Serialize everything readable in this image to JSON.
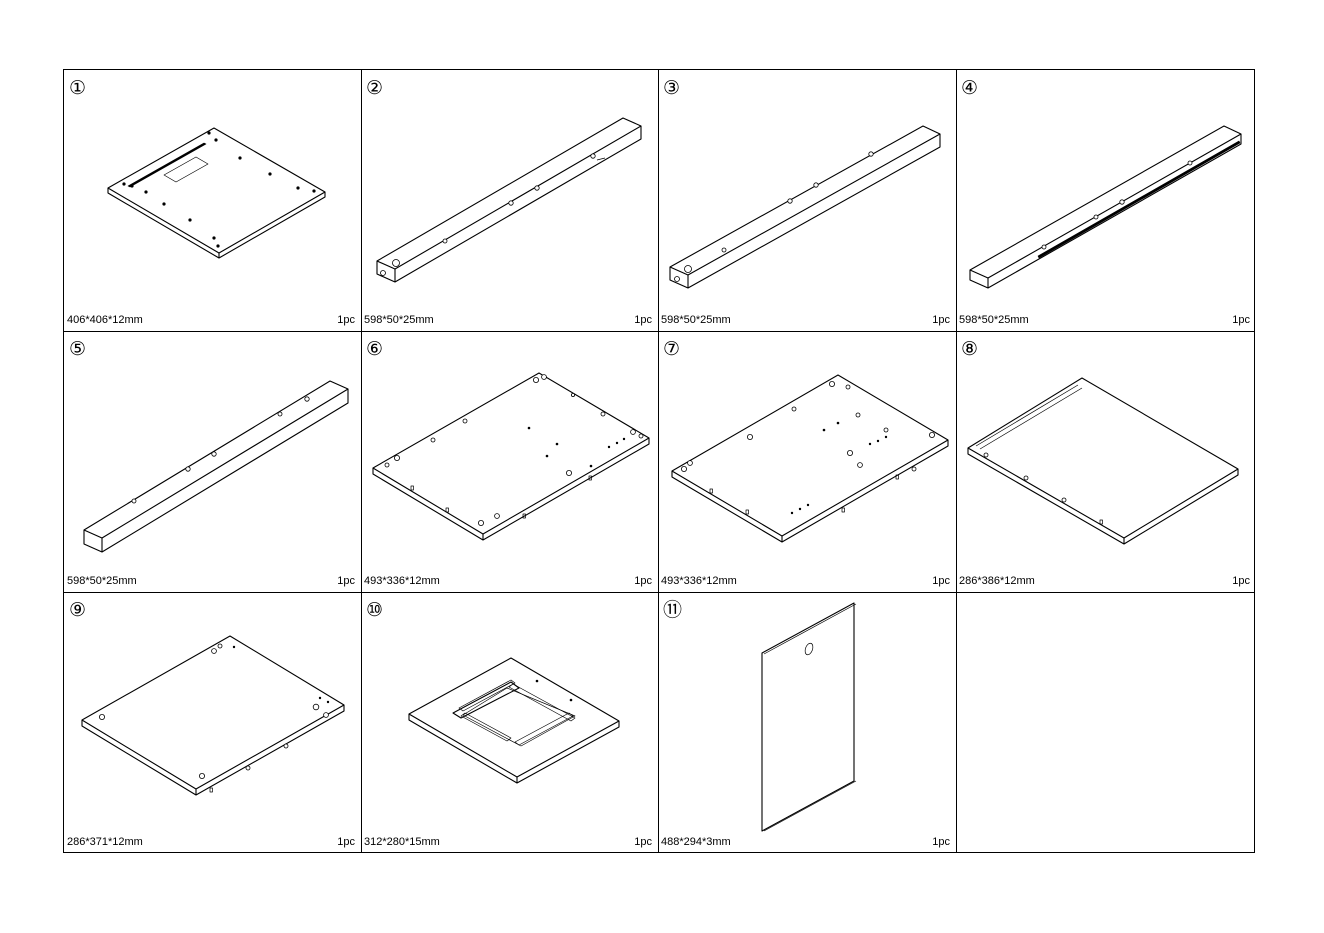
{
  "parts": [
    {
      "number": "①",
      "dimensions": "406*406*12mm",
      "quantity": "1pc"
    },
    {
      "number": "②",
      "dimensions": "598*50*25mm",
      "quantity": "1pc"
    },
    {
      "number": "③",
      "dimensions": "598*50*25mm",
      "quantity": "1pc"
    },
    {
      "number": "④",
      "dimensions": "598*50*25mm",
      "quantity": "1pc"
    },
    {
      "number": "⑤",
      "dimensions": "598*50*25mm",
      "quantity": "1pc"
    },
    {
      "number": "⑥",
      "dimensions": "493*336*12mm",
      "quantity": "1pc"
    },
    {
      "number": "⑦",
      "dimensions": "493*336*12mm",
      "quantity": "1pc"
    },
    {
      "number": "⑧",
      "dimensions": "286*386*12mm",
      "quantity": "1pc"
    },
    {
      "number": "⑨",
      "dimensions": "286*371*12mm",
      "quantity": "1pc"
    },
    {
      "number": "⑩",
      "dimensions": "312*280*15mm",
      "quantity": "1pc"
    },
    {
      "number": "⑪",
      "dimensions": "488*294*3mm",
      "quantity": "1pc"
    }
  ]
}
